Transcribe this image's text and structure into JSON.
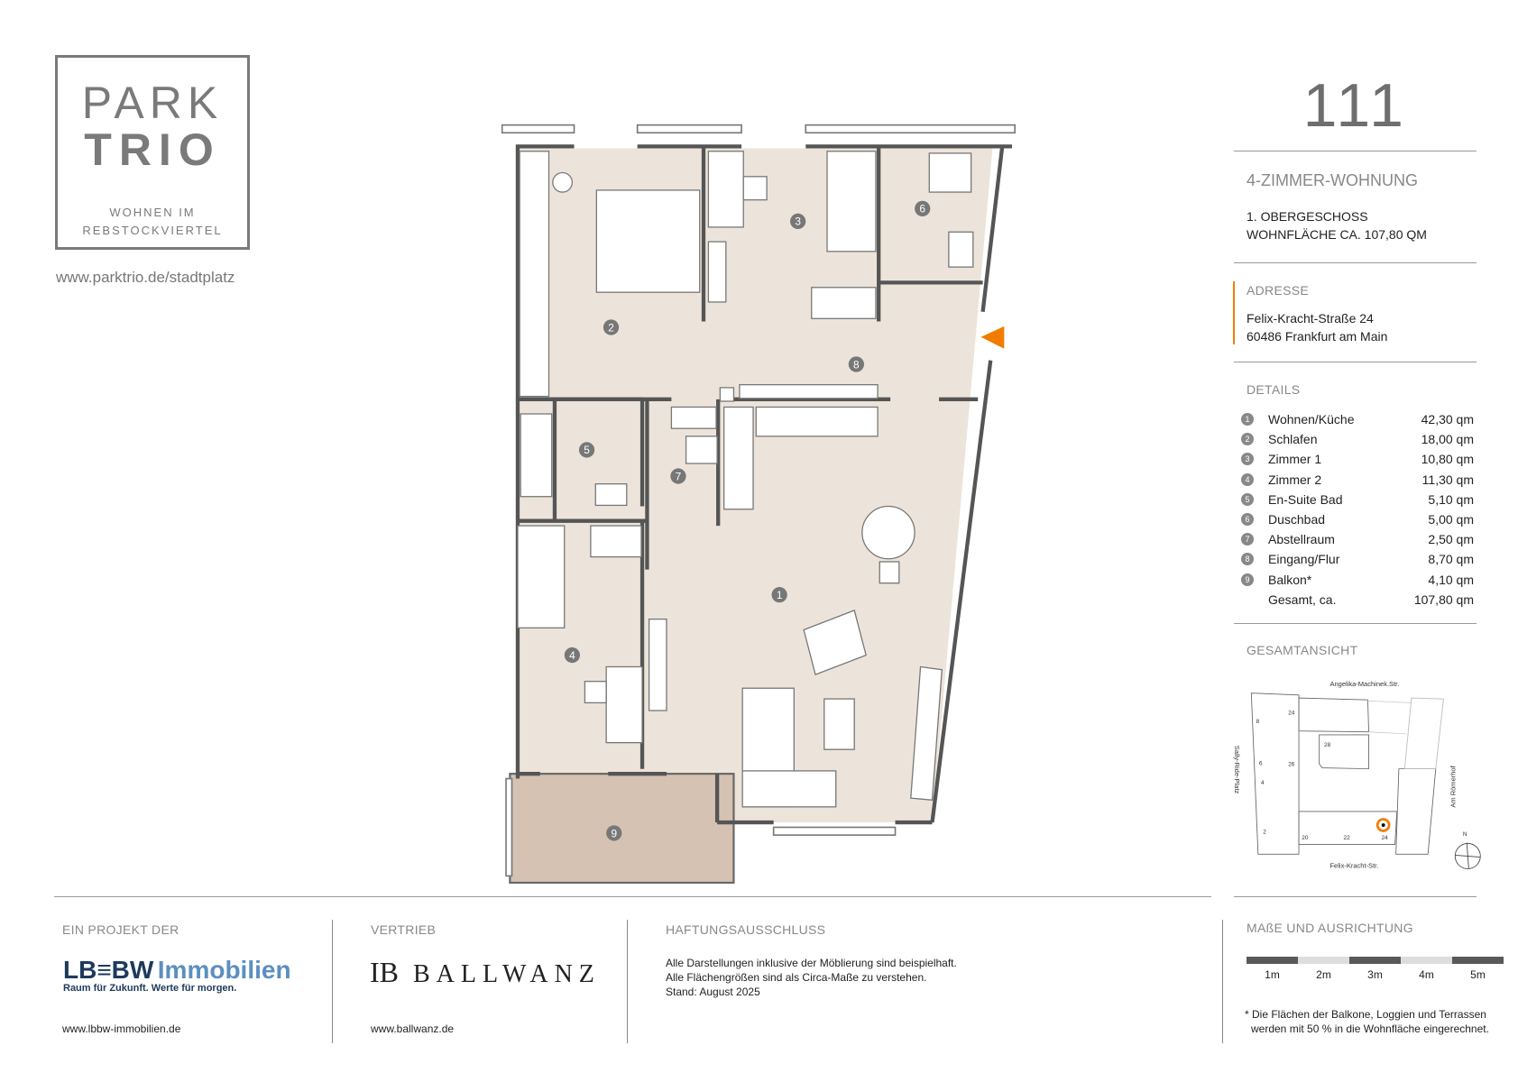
{
  "logo": {
    "line1": "PARK",
    "line2": "TRIO",
    "sub1": "WOHNEN IM",
    "sub2": "REBSTOCKVIERTEL"
  },
  "website": "www.parktrio.de/stadtplatz",
  "unit_number": "111",
  "apartment": {
    "type": "4-ZIMMER-WOHNUNG",
    "floor": "1. OBERGESCHOSS",
    "area": "WOHNFLÄCHE CA. 107,80 QM"
  },
  "address": {
    "label": "ADRESSE",
    "street": "Felix-Kracht-Straße 24",
    "city": "60486 Frankfurt am Main"
  },
  "details": {
    "label": "DETAILS",
    "rooms": [
      {
        "num": "1",
        "name": "Wohnen/Küche",
        "area": "42,30 qm"
      },
      {
        "num": "2",
        "name": "Schlafen",
        "area": "18,00 qm"
      },
      {
        "num": "3",
        "name": "Zimmer 1",
        "area": "10,80 qm"
      },
      {
        "num": "4",
        "name": "Zimmer 2",
        "area": "11,30 qm"
      },
      {
        "num": "5",
        "name": "En-Suite Bad",
        "area": "5,10 qm"
      },
      {
        "num": "6",
        "name": "Duschbad",
        "area": "5,00 qm"
      },
      {
        "num": "7",
        "name": "Abstellraum",
        "area": "2,50 qm"
      },
      {
        "num": "8",
        "name": "Eingang/Flur",
        "area": "8,70 qm"
      },
      {
        "num": "9",
        "name": "Balkon*",
        "area": "4,10 qm"
      }
    ],
    "total_label": "Gesamt, ca.",
    "total_area": "107,80 qm"
  },
  "overview": {
    "label": "GESAMTANSICHT",
    "streets": {
      "north": "Angelika-Machinek.Str.",
      "south": "Felix-Kracht-Str.",
      "west": "Sally-Ride-Platz",
      "east": "Am Römerhof"
    },
    "house_numbers": [
      "24",
      "8",
      "28",
      "6",
      "26",
      "4",
      "2",
      "20",
      "22",
      "24"
    ],
    "north_label": "N",
    "marker_color": "#f07d00"
  },
  "scale": {
    "label": "MAßE UND AUSRICHTUNG",
    "marks": [
      "1m",
      "2m",
      "3m",
      "4m",
      "5m"
    ]
  },
  "footnote": {
    "line1": "* Die Flächen der Balkone, Loggien und Terrassen",
    "line2": "werden mit 50 % in die Wohnfläche eingerechnet."
  },
  "footer": {
    "project": {
      "label": "EIN PROJEKT DER",
      "logo_main": "LB≡BW",
      "logo_accent": "Immobilien",
      "tagline": "Raum für Zukunft. Werte für morgen.",
      "url": "www.lbbw-immobilien.de"
    },
    "sales": {
      "label": "VERTRIEB",
      "logo_mark": "IB",
      "logo_text": "BALLWANZ",
      "url": "www.ballwanz.de"
    },
    "disclaimer": {
      "label": "HAFTUNGSAUSSCHLUSS",
      "lines": [
        "Alle Darstellungen inklusive der Möblierung sind beispielhaft.",
        "Alle Flächengrößen sind als Circa-Maße zu verstehen.",
        "Stand: August 2025"
      ]
    }
  },
  "colors": {
    "accent": "#f07d00",
    "floor": "#ece4da",
    "balcony": "#d5c2b2",
    "wall": "#555555"
  }
}
